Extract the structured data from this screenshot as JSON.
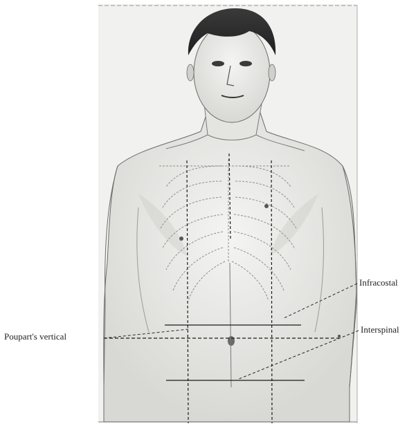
{
  "figure": {
    "labels": {
      "infracostal": "Infracostal",
      "interspinal": "Interspinal",
      "poupart_vertical": "Poupart's vertical"
    },
    "colors": {
      "plate_background": "#f1f1ef",
      "ink": "#2a2a2a",
      "shade": "#8d8d8a"
    }
  }
}
